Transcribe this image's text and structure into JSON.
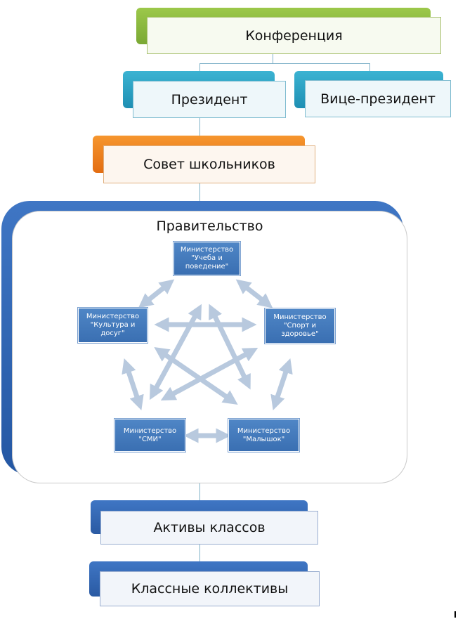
{
  "nodes": {
    "conference": "Конференция",
    "president": "Президент",
    "vice_president": "Вице-президент",
    "student_council": "Совет школьников",
    "class_assets": "Активы классов",
    "class_collectives": "Классные коллективы"
  },
  "government": {
    "title": "Правительство",
    "ministries": {
      "study": "Министерство \"Учеба и поведение\"",
      "sport": "Министерство \"Спорт и здоровье\"",
      "culture": "Министерство \"Культура и досуг\"",
      "media": "Министерство \"СМИ\"",
      "kids": "Министерство \"Малышок\""
    }
  },
  "colors": {
    "conference": "#8dba3f",
    "president": "#2aa0c2",
    "vice_president": "#2aa0c2",
    "student_council": "#f08020",
    "government": "#3368b4",
    "class_assets": "#3464ae",
    "class_collectives": "#3464ae",
    "ministry": "#4a7fc0",
    "arrow": "#b8c9de"
  }
}
